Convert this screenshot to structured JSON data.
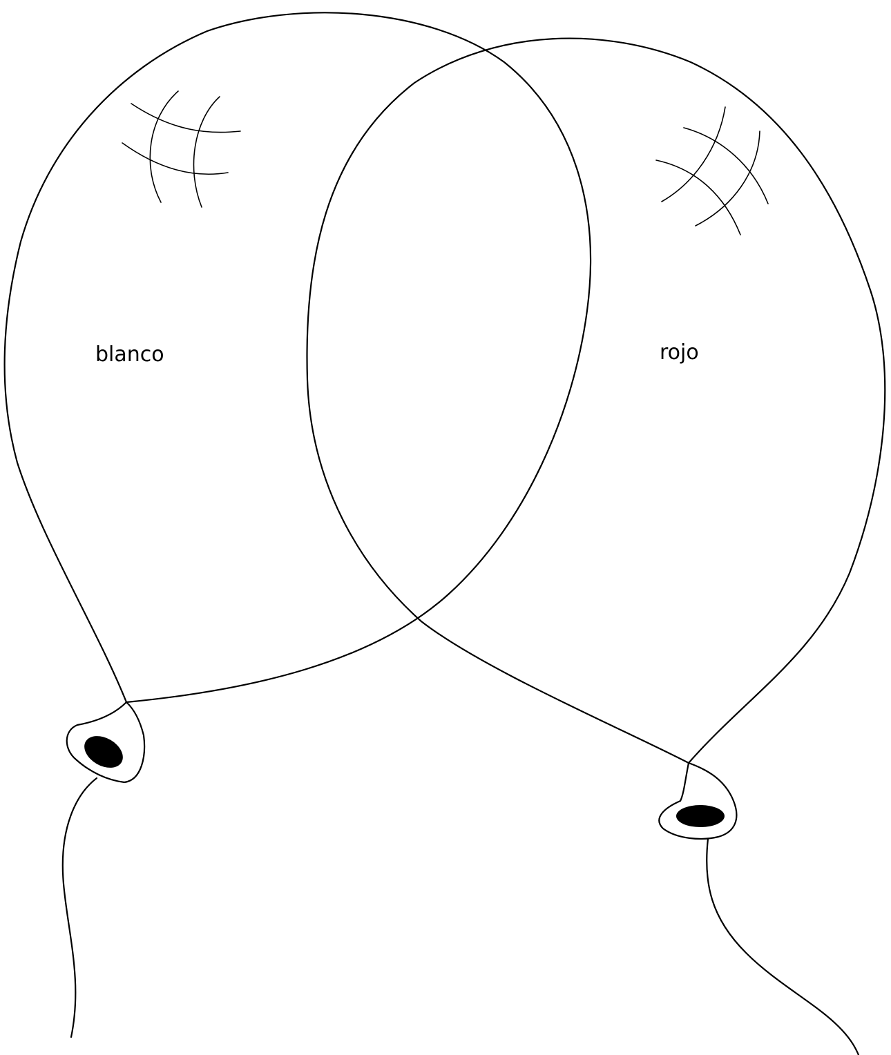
{
  "diagram": {
    "type": "venn-balloons",
    "line_color": "#000000",
    "background": "#ffffff",
    "sets": [
      {
        "label": "blanco"
      },
      {
        "label": "rojo"
      }
    ]
  }
}
